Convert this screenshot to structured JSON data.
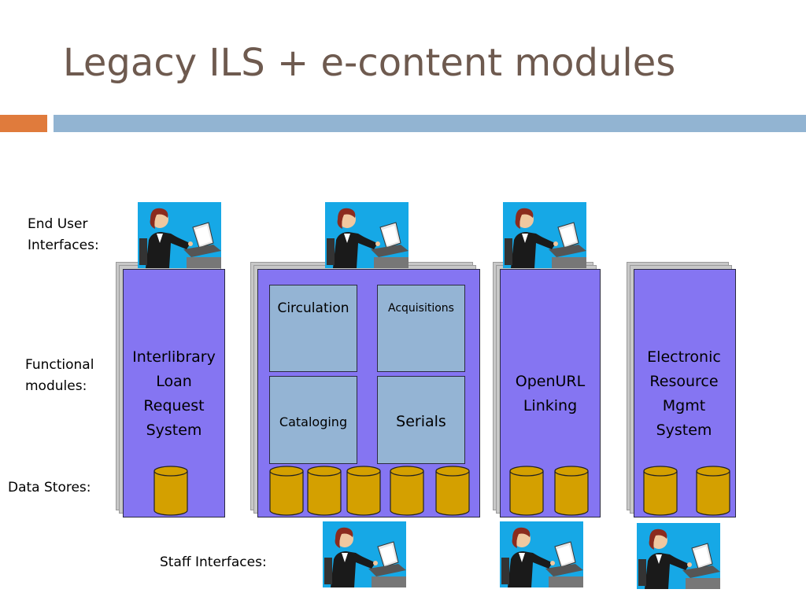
{
  "slide": {
    "title": "Legacy ILS + e-content modules"
  },
  "row_labels": {
    "end_user": [
      "End User",
      "Interfaces:"
    ],
    "functional": [
      "Functional",
      "modules:"
    ],
    "data_stores": "Data Stores:",
    "staff": "Staff Interfaces:"
  },
  "modules": {
    "ill": [
      "Interlibrary",
      "Loan",
      "Request",
      "System"
    ],
    "ils": {
      "circulation": "Circulation",
      "acquisitions": "Acquisitions",
      "cataloging": "Cataloging",
      "serials": "Serials"
    },
    "openurl": [
      "OpenURL",
      "Linking"
    ],
    "erm": [
      "Electronic",
      "Resource",
      "Mgmt",
      "System"
    ]
  },
  "colors": {
    "title": "#6e5a4f",
    "accent_orange": "#e07b3c",
    "accent_blue": "#92b4d2",
    "module_fill": "#8575f2",
    "submodule_fill": "#94b4d4",
    "database_fill": "#d4a000",
    "user_icon_bg": "#16a8e6"
  },
  "icons": {
    "database": "database-cylinder-icon",
    "user": "person-at-computer-icon"
  }
}
